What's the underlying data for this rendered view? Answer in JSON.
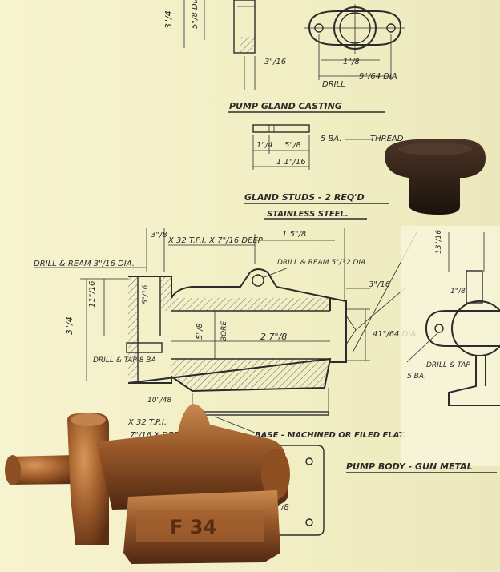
{
  "colors": {
    "paper": "#f3efc3",
    "ink": "#2b2b2b",
    "bronze": "#9a5a2c",
    "nylon": "#2e1f16"
  },
  "gland_top": {
    "dim_a": "3\"/4",
    "dim_b": "5\"/8 DIA",
    "dim_c": "3\"/16",
    "dim_d": "1\"/8",
    "dim_e": "9\"/64 DIA",
    "drill": "DRILL",
    "title": "PUMP GLAND   CASTING"
  },
  "studs": {
    "thread_callout": "5 BA.",
    "thread": "THREAD",
    "dim_a": "1\"/4",
    "dim_b": "5\"/8",
    "dim_c": "1 1\"/16",
    "title": "GLAND STUDS - 2 REQ'D",
    "material": "STAINLESS STEEL."
  },
  "body": {
    "top_a": "3\"/8",
    "top_b": "X 32 T.P.I. X 7\"/16 DEEP",
    "top_c": "1 5\"/8",
    "drill_ream_left": "DRILL & REAM 3\"/16 DIA.",
    "drill_ream_right": "DRILL & REAM 5\"/32 DIA.",
    "right_dim": "3\"/16",
    "dim_11_16": "11\"/16",
    "dim_3_4": "3\"/4",
    "dim_5_16": "5\"/16",
    "dim_bore": "5\"/8",
    "bore": "BORE",
    "length": "2 7\"/8",
    "dia": "41\"/64 DIA",
    "drill_tap": "DRILL & TAP 8 BA",
    "bottom_dim": "10\"/48",
    "tpi_bottom": "X 32 T.P.I.",
    "bottom_deep": "7\"/16 X DEEP",
    "base_note": "BASE - MACHINED OR FILED FLAT.",
    "title": "PUMP BODY - GUN METAL",
    "casting_mark": "F 34"
  },
  "end_view": {
    "dim_top": "13\"/16",
    "dim_mid": "1\"/8",
    "drill_tap": "DRILL & TAP",
    "thread": "5 BA."
  },
  "plan_view": {
    "dim": "3\"/8"
  }
}
